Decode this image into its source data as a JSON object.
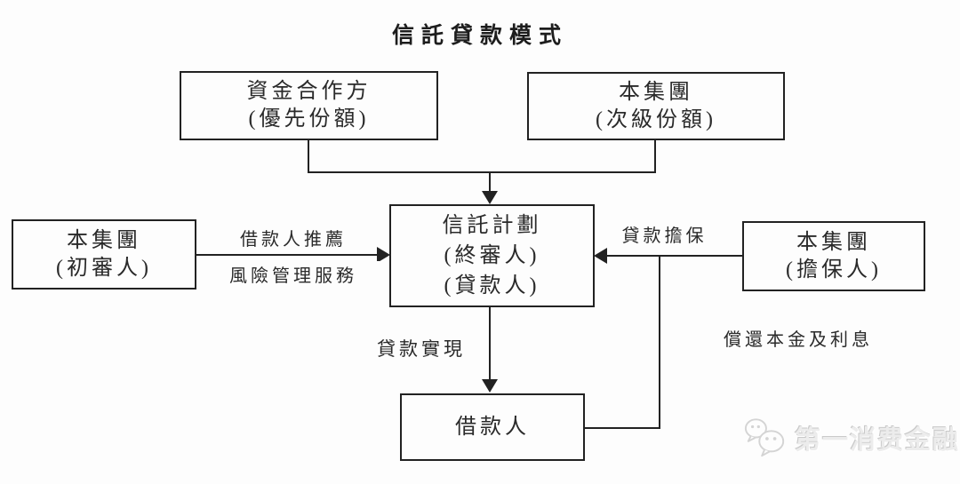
{
  "title": "信託貸款模式",
  "nodes": {
    "fund_partner": {
      "lines": [
        "資金合作方",
        "(優先份額)"
      ]
    },
    "group_subordinate": {
      "lines": [
        "本集團",
        "(次級份額)"
      ]
    },
    "group_preliminary": {
      "lines": [
        "本集團",
        "(初審人)"
      ]
    },
    "trust_plan": {
      "lines": [
        "信託計劃",
        "(終審人)",
        "(貸款人)"
      ]
    },
    "group_guarantor": {
      "lines": [
        "本集團",
        "(擔保人)"
      ]
    },
    "borrower": {
      "lines": [
        "借款人"
      ]
    }
  },
  "edge_labels": {
    "recommendation": "借款人推薦",
    "risk_management": "風險管理服務",
    "loan_guarantee": "貸款擔保",
    "loan_realization": "貸款實現",
    "repayment": "償還本金及利息"
  },
  "watermark": {
    "text": "第一消费金融",
    "icon": "wechat-chat-bubbles-icon"
  },
  "colors": {
    "line": "#222222",
    "text": "#2a2a2a",
    "background": "#fdfdfd",
    "watermark": "#d9d9d9"
  }
}
